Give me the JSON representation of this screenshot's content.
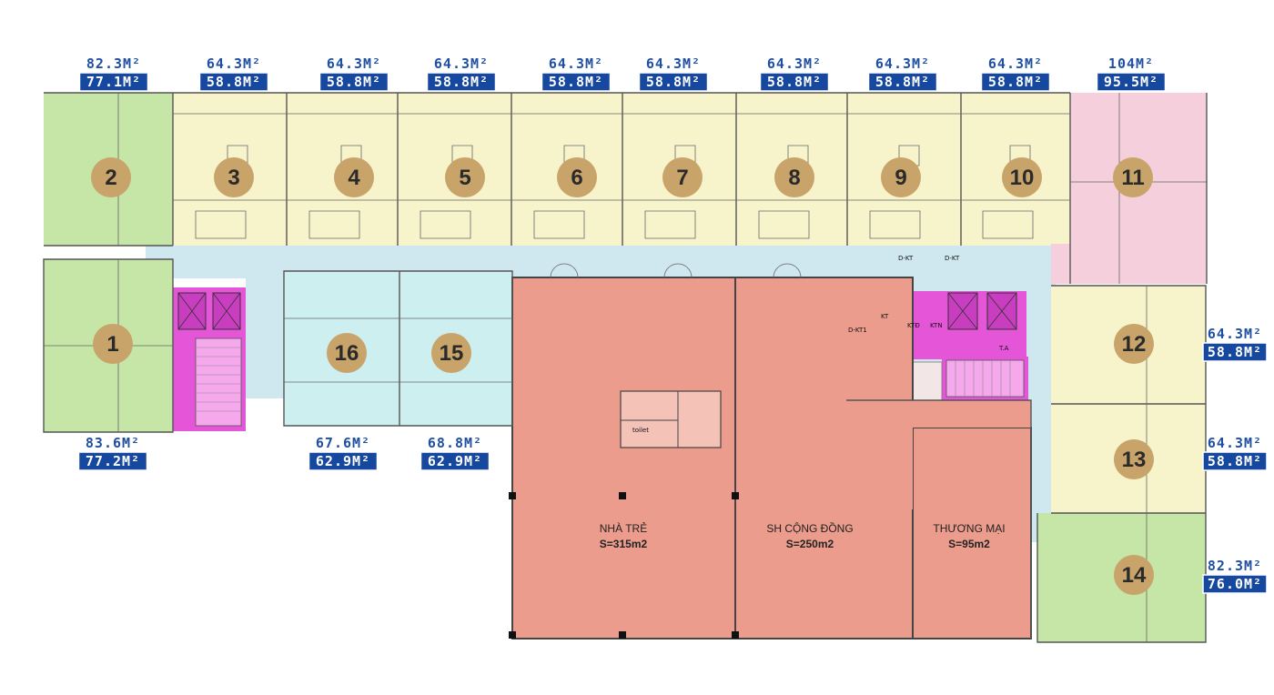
{
  "units": [
    {
      "num": "2",
      "total": "82.3M²",
      "net": "77.1M²"
    },
    {
      "num": "3",
      "total": "64.3M²",
      "net": "58.8M²"
    },
    {
      "num": "4",
      "total": "64.3M²",
      "net": "58.8M²"
    },
    {
      "num": "5",
      "total": "64.3M²",
      "net": "58.8M²"
    },
    {
      "num": "6",
      "total": "64.3M²",
      "net": "58.8M²"
    },
    {
      "num": "7",
      "total": "64.3M²",
      "net": "58.8M²"
    },
    {
      "num": "8",
      "total": "64.3M²",
      "net": "58.8M²"
    },
    {
      "num": "9",
      "total": "64.3M²",
      "net": "58.8M²"
    },
    {
      "num": "10",
      "total": "64.3M²",
      "net": "58.8M²"
    },
    {
      "num": "11",
      "total": "104M²",
      "net": "95.5M²"
    },
    {
      "num": "12",
      "total": "64.3M²",
      "net": "58.8M²"
    },
    {
      "num": "13",
      "total": "64.3M²",
      "net": "58.8M²"
    },
    {
      "num": "14",
      "total": "82.3M²",
      "net": "76.0M²"
    },
    {
      "num": "15",
      "total": "68.8M²",
      "net": "62.9M²"
    },
    {
      "num": "16",
      "total": "67.6M²",
      "net": "62.9M²"
    },
    {
      "num": "1",
      "total": "83.6M²",
      "net": "77.2M²"
    }
  ],
  "zones": [
    {
      "name": "NHÀ TRẺ",
      "area": "S=315m2"
    },
    {
      "name": "SH CỘNG ĐỒNG",
      "area": "S=250m2"
    },
    {
      "name": "THƯƠNG MẠI",
      "area": "S=95m2"
    }
  ],
  "room_tags": {
    "kt": "KT",
    "ktd": "KTĐ",
    "ktn": "KTN",
    "dkt1": "D-KT1",
    "dkt_a": "D-KT",
    "dkt_b": "D-KT",
    "ta": "T.A",
    "toilet": "toilet"
  },
  "colors": {
    "green": "#c5e6a6",
    "yellow": "#f7f4cc",
    "pink": "#f5cfdc",
    "cyan": "#cdeff0",
    "corridor": "#cfe7ee",
    "salmon": "#eb9c8c",
    "magenta": "#e455d8",
    "label_blue": "#1648a0",
    "badge": "#c9a46a"
  }
}
